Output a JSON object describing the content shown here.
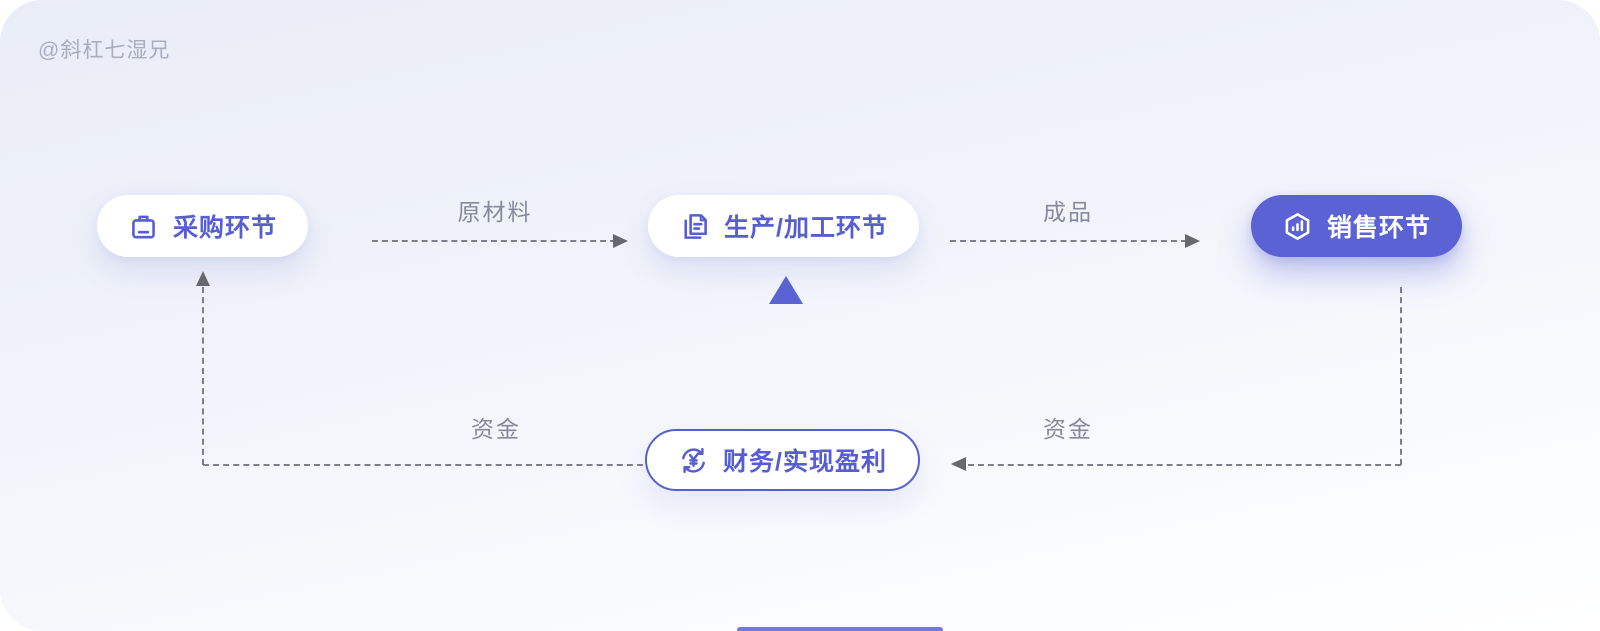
{
  "watermark": "@斜杠七湿兄",
  "colors": {
    "indigo": "#5a62d4",
    "arrow_dash": "#7d7e89",
    "arrow_head": "#66676f",
    "edge_label": "#868a9c",
    "watermark": "#a9adbe",
    "node_white_bg": "#ffffff"
  },
  "nodes": {
    "procurement": {
      "label": "采购环节",
      "icon": "shopping-bag-icon",
      "style": "white"
    },
    "production": {
      "label": "生产/加工环节",
      "icon": "documents-icon",
      "style": "white"
    },
    "sales": {
      "label": "销售环节",
      "icon": "hexagon-chart-icon",
      "style": "filled"
    },
    "finance": {
      "label": "财务/实现盈利",
      "icon": "yen-cycle-icon",
      "style": "outline"
    }
  },
  "edges": {
    "raw_materials": {
      "label": "原材料",
      "from": "procurement",
      "to": "production"
    },
    "finished_goods": {
      "label": "成品",
      "from": "production",
      "to": "sales"
    },
    "funds_left": {
      "label": "资金",
      "from": "finance",
      "to": "procurement"
    },
    "funds_right": {
      "label": "资金",
      "from": "sales",
      "to": "finance"
    }
  }
}
